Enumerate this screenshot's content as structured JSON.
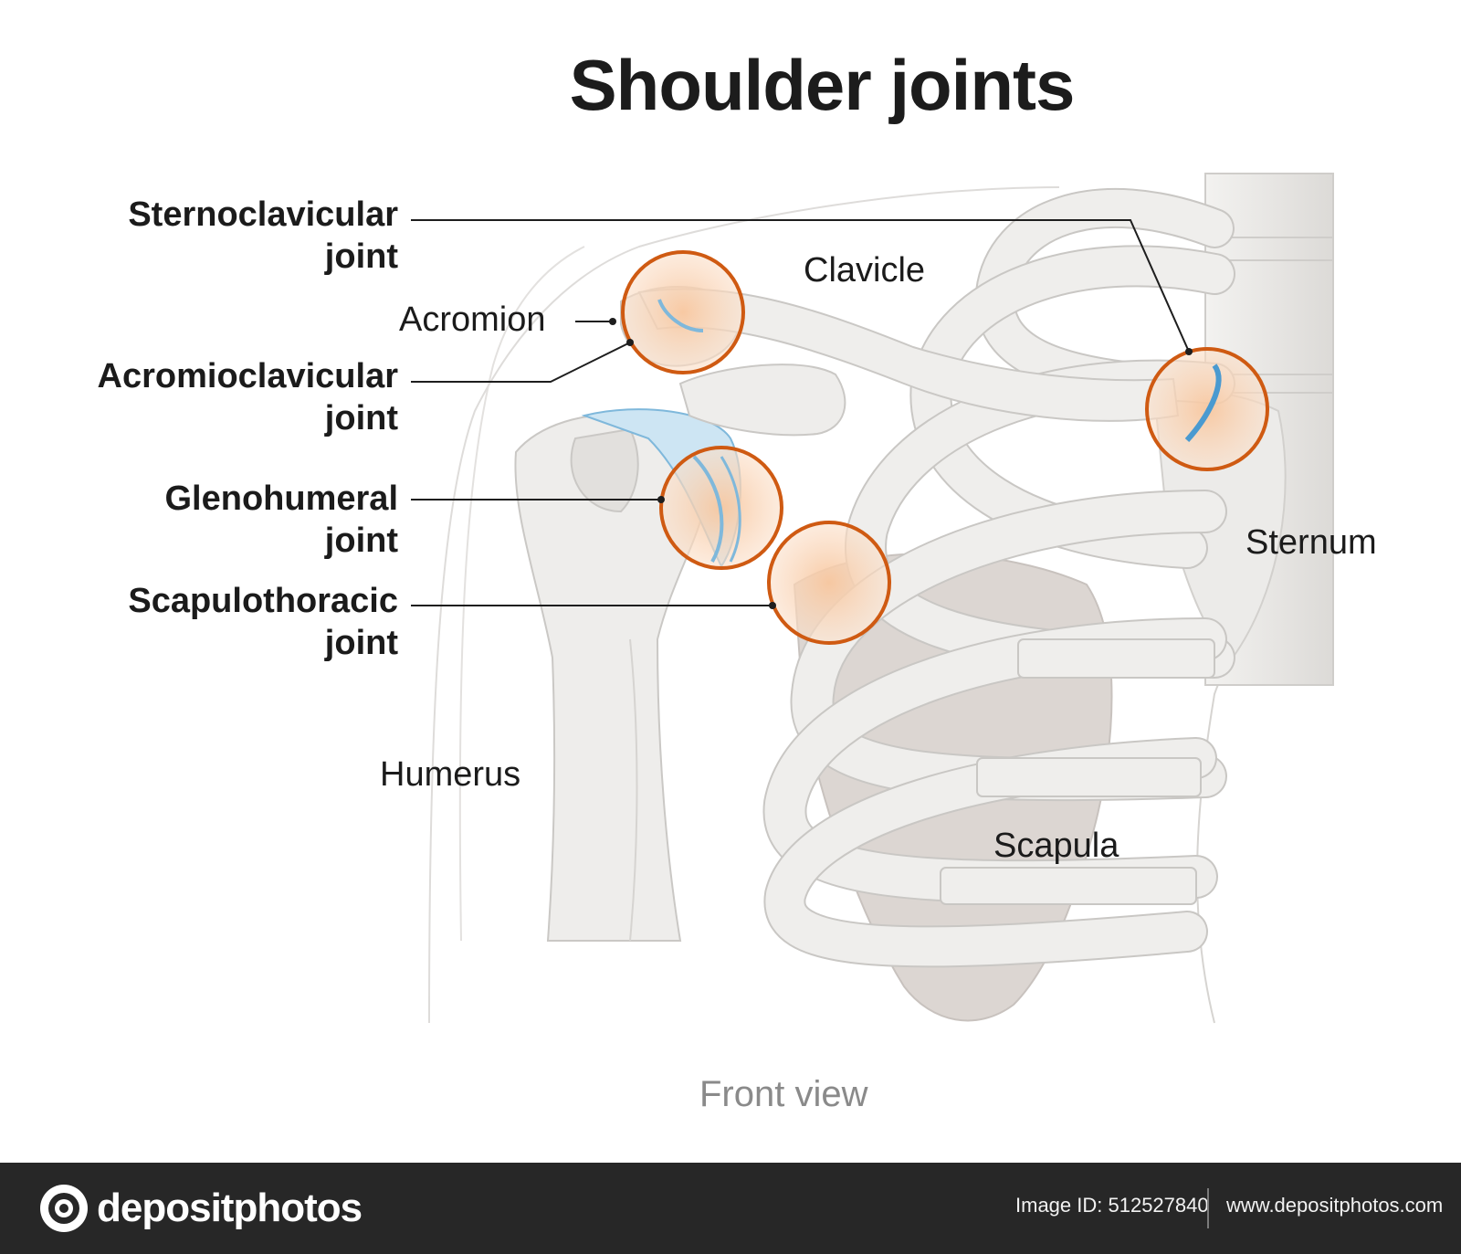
{
  "title": "Shoulder joints",
  "labels": {
    "sternoclavicular": [
      "Sternoclavicular",
      "joint"
    ],
    "acromioclavicular": [
      "Acromioclavicular",
      "joint"
    ],
    "glenohumeral": [
      "Glenohumeral",
      "joint"
    ],
    "scapulothoracic": [
      "Scapulothoracic",
      "joint"
    ],
    "acromion": "Acromion",
    "clavicle": "Clavicle",
    "sternum": "Sternum",
    "humerus": "Humerus",
    "scapula": "Scapula"
  },
  "caption": "Front view",
  "footer": {
    "brand": "depositphotos",
    "image_id": "Image ID: 512527840",
    "url": "www.depositphotos.com"
  },
  "colors": {
    "bone_fill": "#ededeb",
    "bone_stroke": "#c9c7c4",
    "joint_ring": "#cf5a12",
    "joint_fill": "#f6c6a0",
    "cartilage": "#b9dcf1",
    "leader_line": "#1e1e1e",
    "footer_bg": "#272727"
  }
}
